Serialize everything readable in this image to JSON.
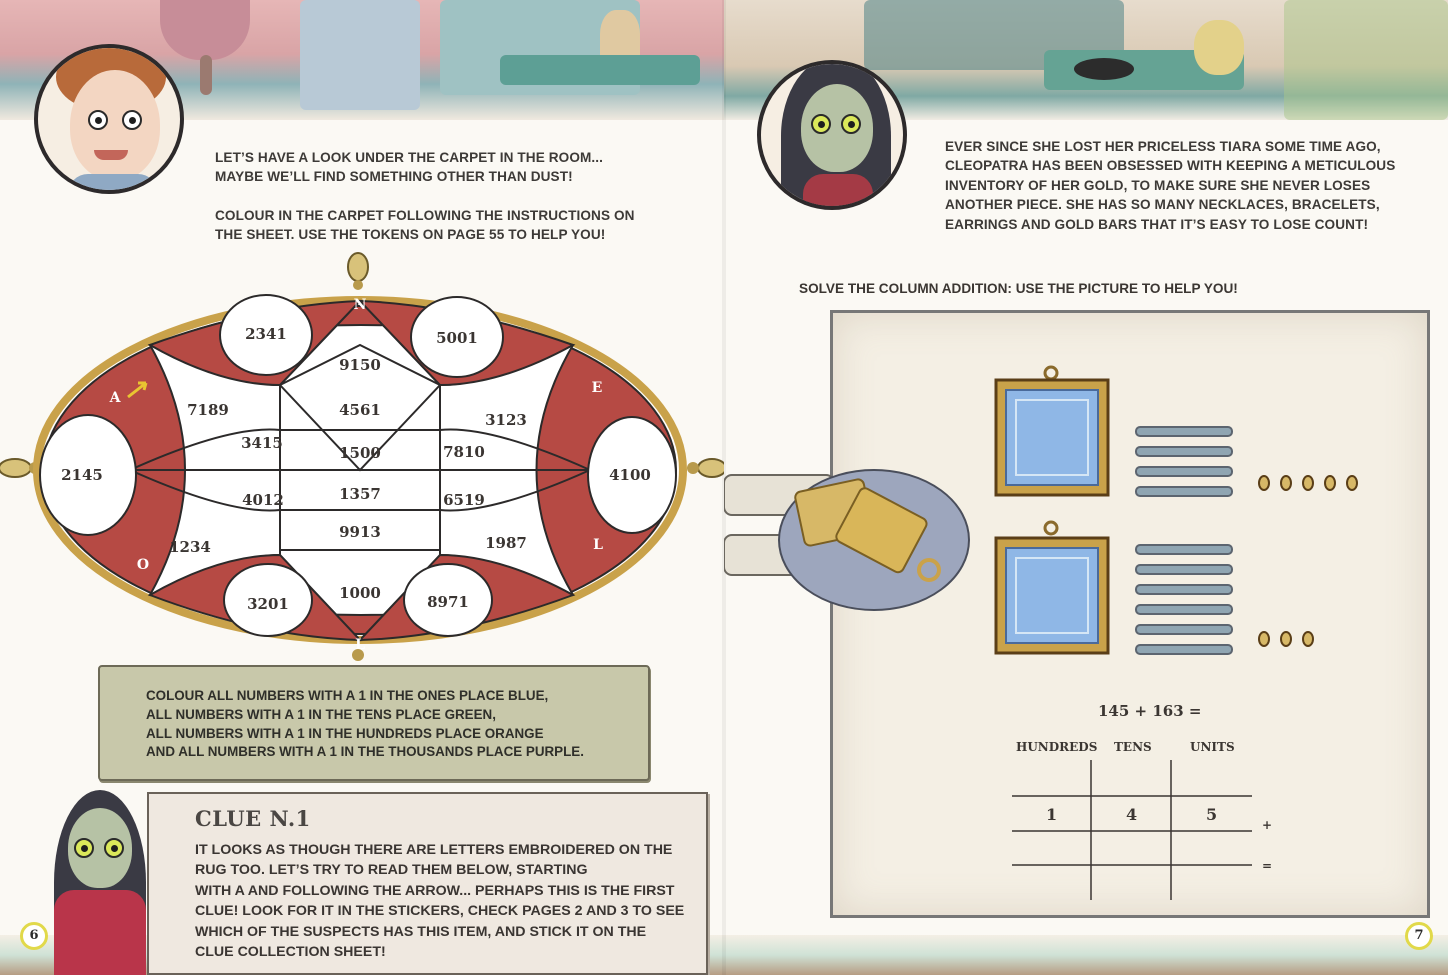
{
  "left_page": {
    "intro_line1": "LET’S HAVE A LOOK UNDER THE CARPET IN THE ROOM...\nMAYBE WE’LL FIND SOMETHING OTHER THAN DUST!",
    "intro_line2": "COLOUR IN THE CARPET FOLLOWING THE INSTRUCTIONS ON\nTHE SHEET. USE THE TOKENS ON PAGE 55 TO HELP YOU!",
    "rug": {
      "compass_letters": {
        "top": "N",
        "right_top": "E",
        "right_bottom": "L",
        "bottom": "L",
        "left_bottom": "O",
        "left_top": "A"
      },
      "circle_numbers": {
        "top_left": "2341",
        "top_right": "5001",
        "left": "2145",
        "right": "4100",
        "bottom_left": "3201",
        "bottom_right": "8971"
      },
      "center_numbers": [
        "9150",
        "4561",
        "1500",
        "1357",
        "9913",
        "1000"
      ],
      "left_numbers": [
        "7189",
        "3415",
        "4012",
        "1234"
      ],
      "right_numbers": [
        "3123",
        "7810",
        "6519",
        "1987"
      ]
    },
    "instructions": "COLOUR ALL NUMBERS WITH A 1 IN THE ONES PLACE BLUE,\nALL NUMBERS WITH A 1 IN THE TENS PLACE GREEN,\nALL NUMBERS WITH A 1 IN THE HUNDREDS PLACE ORANGE\nAND ALL NUMBERS WITH A 1 IN THE THOUSANDS PLACE PURPLE.",
    "clue": {
      "title": "CLUE N.1",
      "body": "IT LOOKS AS THOUGH THERE ARE LETTERS EMBROIDERED ON THE\nRUG TOO. LET’S TRY TO READ THEM BELOW, STARTING\nWITH A AND FOLLOWING THE ARROW... PERHAPS THIS IS THE FIRST\nCLUE! LOOK FOR IT IN THE STICKERS, CHECK PAGES 2 AND 3 TO SEE\nWHICH OF THE SUSPECTS HAS THIS ITEM, AND STICK IT ON THE\nCLUE COLLECTION SHEET!"
    },
    "page_number": "6"
  },
  "right_page": {
    "intro": "EVER SINCE SHE LOST HER PRICELESS TIARA SOME TIME AGO,\nCLEOPATRA HAS BEEN OBSESSED WITH KEEPING A METICULOUS\nINVENTORY OF HER GOLD, TO MAKE SURE SHE NEVER LOSES\nANOTHER PIECE. SHE HAS SO MANY NECKLACES, BRACELETS,\nEARRINGS AND GOLD BARS THAT IT’S EASY TO LOSE COUNT!",
    "instruction": "SOLVE THE COLUMN ADDITION: USE THE PICTURE TO HELP YOU!",
    "equation": "145 + 163 =",
    "table": {
      "headers": [
        "HUNDREDS",
        "TENS",
        "UNITS"
      ],
      "row1": [
        "1",
        "4",
        "5"
      ],
      "plus_sign": "+",
      "equals_sign": "="
    },
    "page_number": "7"
  },
  "colors": {
    "rug_red": "#b64a44",
    "rug_border": "#2c2a2a",
    "note_bg": "#c8c8aa",
    "clue_bg": "#efe8e0",
    "mirror_blue": "#8fb7e6",
    "gold": "#c9a24a",
    "pagenum_ring": "#e1d94a"
  }
}
